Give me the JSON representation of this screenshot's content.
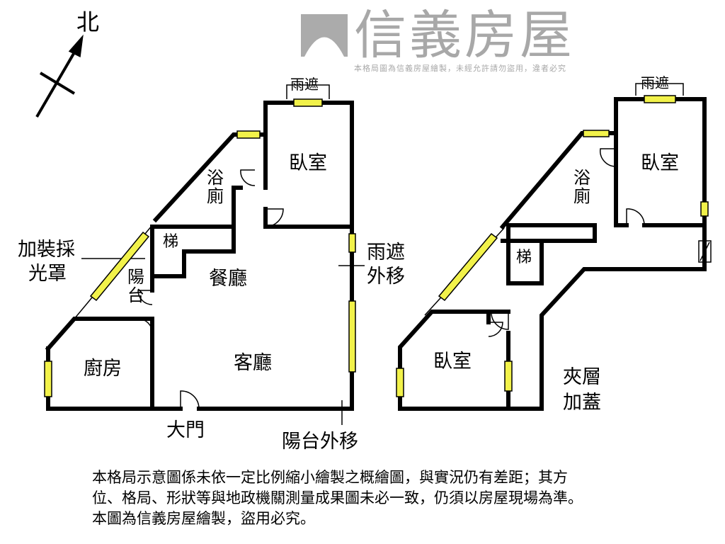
{
  "compass": {
    "north_label": "北"
  },
  "watermark": {
    "brand": "信義房屋",
    "notice": "本格局圖為信義房屋繪製，未經允許請勿盜用，違者必究"
  },
  "plan_left": {
    "canopy_top": "雨遮",
    "bedroom": "臥室",
    "bathroom": [
      "浴",
      "廁"
    ],
    "stairs": "梯",
    "balcony": [
      "陽",
      "台"
    ],
    "dining": "餐廳",
    "living": "客廳",
    "kitchen": "廚房",
    "main_door": "大門",
    "skylight_cover": [
      "加裝採",
      "光罩"
    ],
    "canopy_moved": [
      "雨遮",
      "外移"
    ],
    "balcony_moved": "陽台外移"
  },
  "plan_right": {
    "canopy_top": "雨遮",
    "bedroom_top": "臥室",
    "bathroom": [
      "浴",
      "廁"
    ],
    "stairs": "梯",
    "bedroom_bottom": "臥室",
    "mezzanine": [
      "夾層",
      "加蓋"
    ]
  },
  "note": {
    "lines": [
      "本格局示意圖係未依一定比例縮小繪製之概繪圖，與實況仍有差距；其方",
      "位、格局、形狀等與地政機關測量成果圖未必一致，仍須以房屋現場為準。",
      "本圖為信義房屋繪製，盜用必究。"
    ]
  },
  "colors": {
    "wall": "#000000",
    "window": "#f2f24a",
    "watermark": "#9a9a9a"
  }
}
